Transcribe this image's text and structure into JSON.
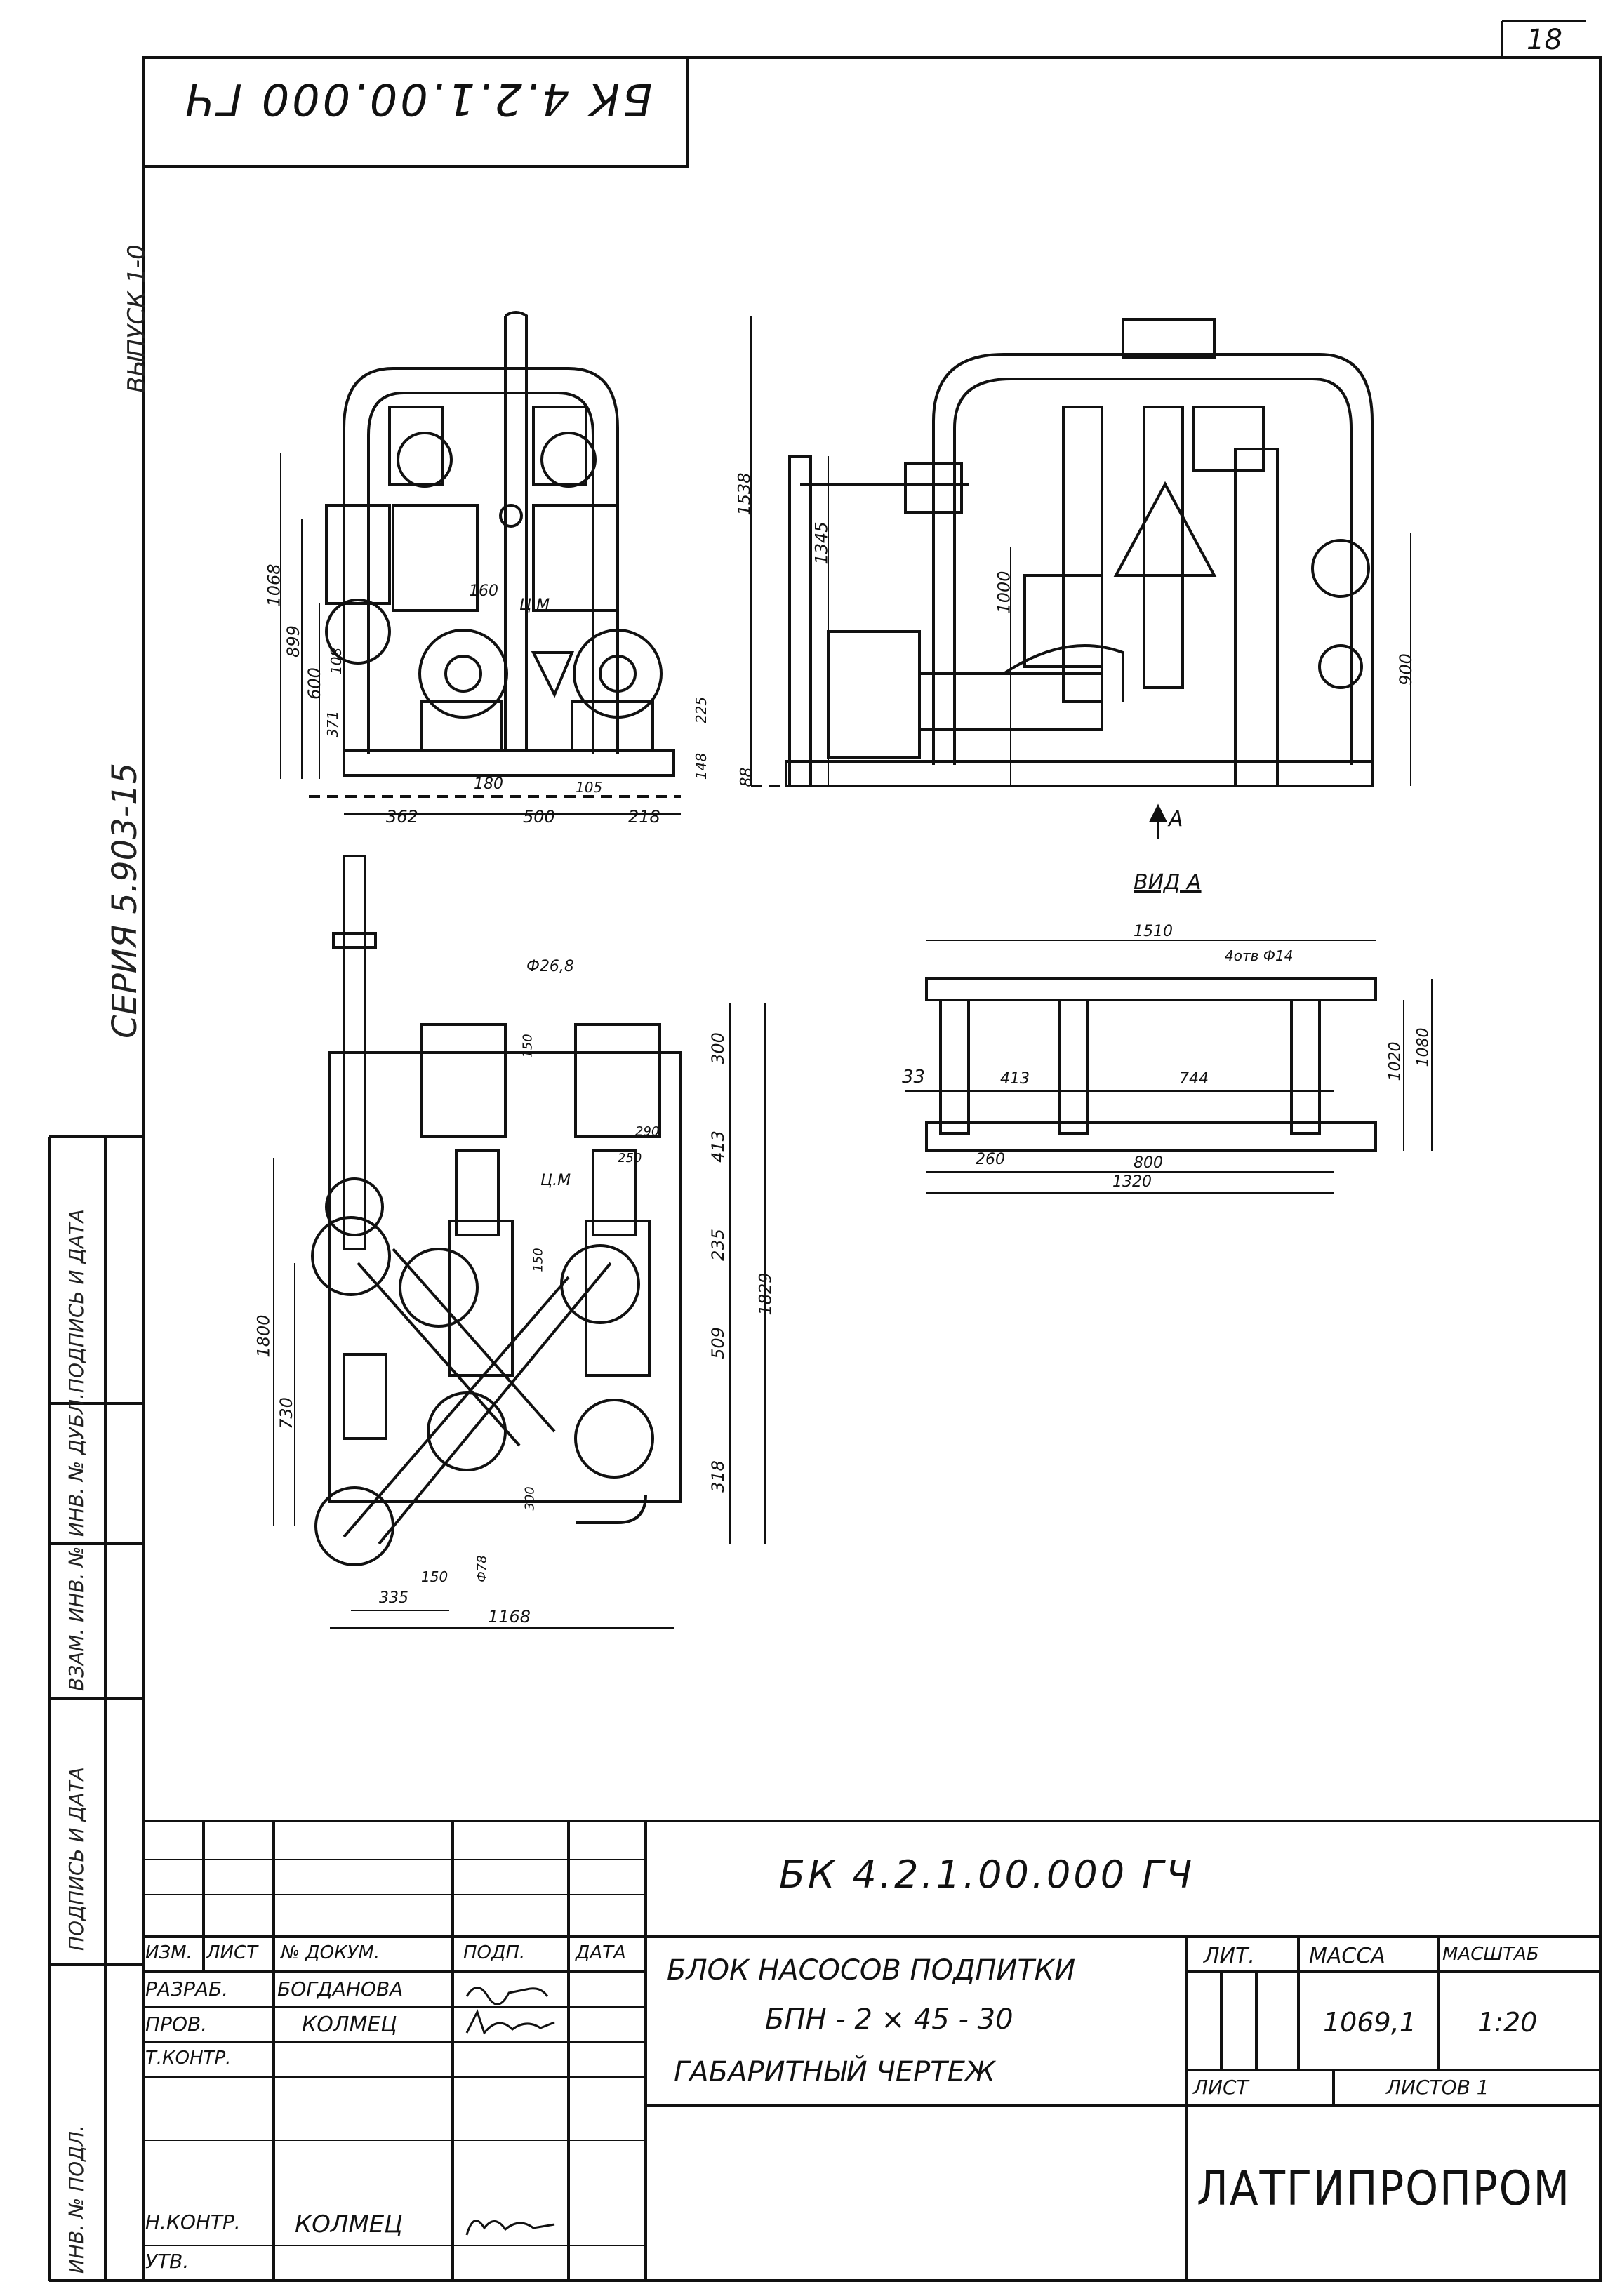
{
  "sheet": {
    "sheet_number": "18",
    "code_rotated": "БК 4.2.1.00.000 ГЧ"
  },
  "side_margin": {
    "release": "ВЫПУСК 1-0",
    "series": "СЕРИЯ 5.903-15",
    "field_1": "ПОДПИСЬ И ДАТА",
    "field_2": "ИНВ. № ДУБЛ.",
    "field_3": "ВЗАМ. ИНВ. №",
    "field_4": "ПОДПИСЬ И ДАТА",
    "field_5": "ИНВ. № ПОДЛ."
  },
  "view_front": {
    "dims": [
      "1068",
      "899",
      "600",
      "108",
      "371",
      "160",
      "Ц.М",
      "180",
      "105",
      "225",
      "148",
      "362",
      "500",
      "218"
    ]
  },
  "view_side": {
    "dims": [
      "1538",
      "1345",
      "1000",
      "900",
      "88"
    ],
    "arrow_label": "A"
  },
  "view_plan": {
    "dims": [
      "Ф26,8",
      "300",
      "150",
      "413",
      "290",
      "250",
      "Ц.М",
      "150",
      "235",
      "1829",
      "509",
      "1800",
      "730",
      "318",
      "300",
      "Ф78",
      "150",
      "335",
      "1168"
    ]
  },
  "view_a": {
    "title": "ВИД А",
    "dims": [
      "1510",
      "4отв Ф14",
      "1020",
      "1080",
      "33",
      "413",
      "744",
      "260",
      "800",
      "1320"
    ]
  },
  "title_block": {
    "designation": "БК 4.2.1.00.000 ГЧ",
    "name_line1": "БЛОК НАСОСОВ ПОДПИТКИ",
    "name_line2": "БПН - 2 × 45 - 30",
    "name_line3": "ГАБАРИТНЫЙ ЧЕРТЕЖ",
    "headers": {
      "izm": "ИЗМ.",
      "list": "ЛИСТ",
      "doc": "№ ДОКУМ.",
      "sign": "ПОДП.",
      "date": "ДАТА",
      "lit": "ЛИТ.",
      "mass": "МАССА",
      "scale": "МАСШТАБ",
      "sheet": "ЛИСТ",
      "sheets": "ЛИСТОВ 1"
    },
    "roles": [
      {
        "role": "РАЗРАБ.",
        "name": "БОГДАНОВА"
      },
      {
        "role": "ПРОВ.",
        "name": "КОЛМЕЦ"
      },
      {
        "role": "Т.КОНТР.",
        "name": ""
      },
      {
        "role": "Н.КОНТР.",
        "name": "КОЛМЕЦ"
      },
      {
        "role": "УТВ.",
        "name": ""
      }
    ],
    "mass_value": "1069,1",
    "scale_value": "1:20",
    "organization": "ЛАТГИПРОПРОМ"
  }
}
